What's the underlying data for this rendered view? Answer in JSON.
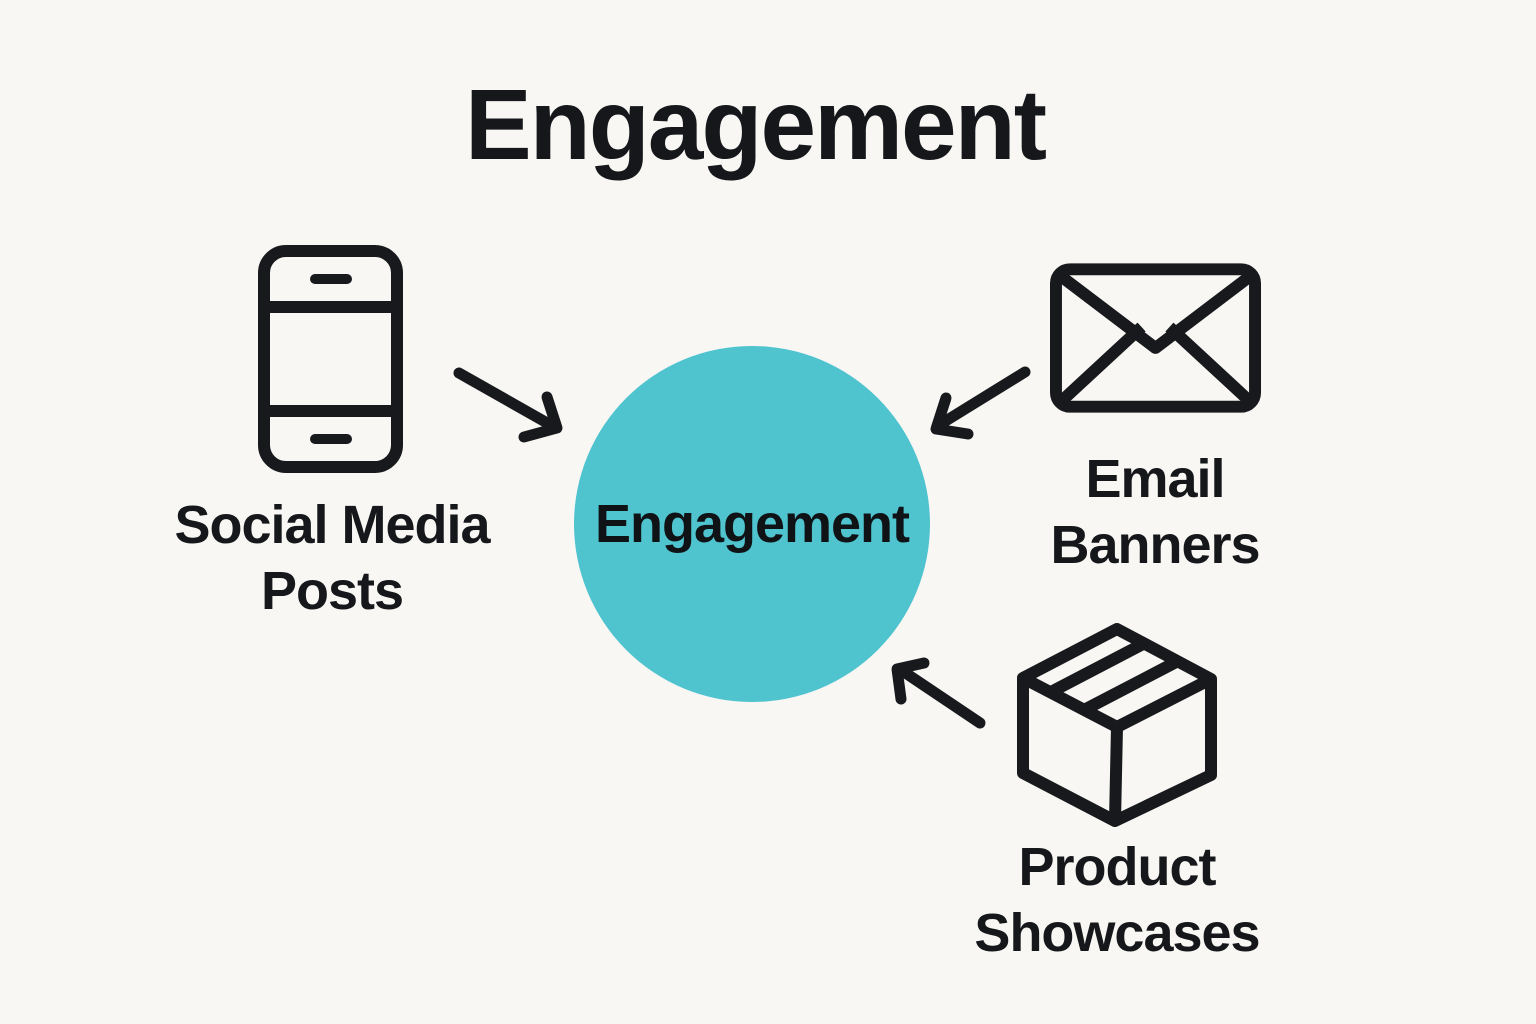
{
  "title": "Engagement",
  "center": {
    "label": "Engagement",
    "color": "#4fc3ce"
  },
  "colors": {
    "background": "#f8f7f4",
    "ink": "#17191c",
    "accent_teal": "#4fc3ce"
  },
  "nodes": [
    {
      "id": "social-media-posts",
      "icon": "smartphone-icon",
      "label_line1": "Social Media",
      "label_line2": "Posts"
    },
    {
      "id": "email-banners",
      "icon": "envelope-icon",
      "label_line1": "Email",
      "label_line2": "Banners"
    },
    {
      "id": "product-showcases",
      "icon": "package-box-icon",
      "label_line1": "Product",
      "label_line2": "Showcases"
    }
  ],
  "arrows": [
    {
      "id": "social-to-center",
      "from": "social-media-posts",
      "to": "engagement-circle"
    },
    {
      "id": "email-to-center",
      "from": "email-banners",
      "to": "engagement-circle"
    },
    {
      "id": "product-to-center",
      "from": "product-showcases",
      "to": "engagement-circle"
    }
  ]
}
